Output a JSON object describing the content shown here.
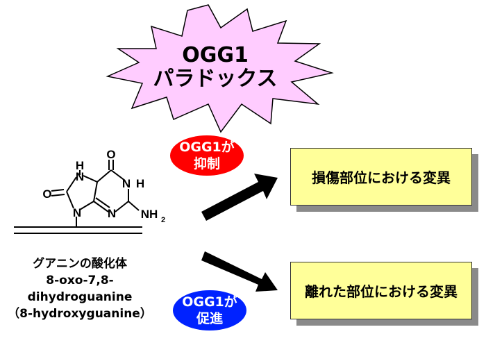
{
  "burst": {
    "line1": "OGG1",
    "line2": "パラドックス",
    "fill_color": "#ffccff"
  },
  "ovals": {
    "inhibit": {
      "line1": "OGG1が",
      "line2": "抑制",
      "color": "#ff0000"
    },
    "promote": {
      "line1": "OGG1が",
      "line2": "促進",
      "color": "#0022ff"
    }
  },
  "boxes": {
    "damage_site": "損傷部位における変異",
    "distant_site": "離れた部位における変異",
    "fill_color": "#ffff99"
  },
  "molecule": {
    "atoms": {
      "h_top": "H",
      "o_top": "O",
      "n_top_left": "N",
      "o_left": "O",
      "n_right_h": "N",
      "h_right": "H",
      "n_bottom_left": "N",
      "n_bottom_right": "N",
      "nh2": "NH"
    },
    "nh2_subscript": "2",
    "caption": [
      "グアニンの酸化体",
      "8-oxo-7,8-",
      "dihydroguanine",
      "（8-hydroxyguanine）"
    ]
  }
}
